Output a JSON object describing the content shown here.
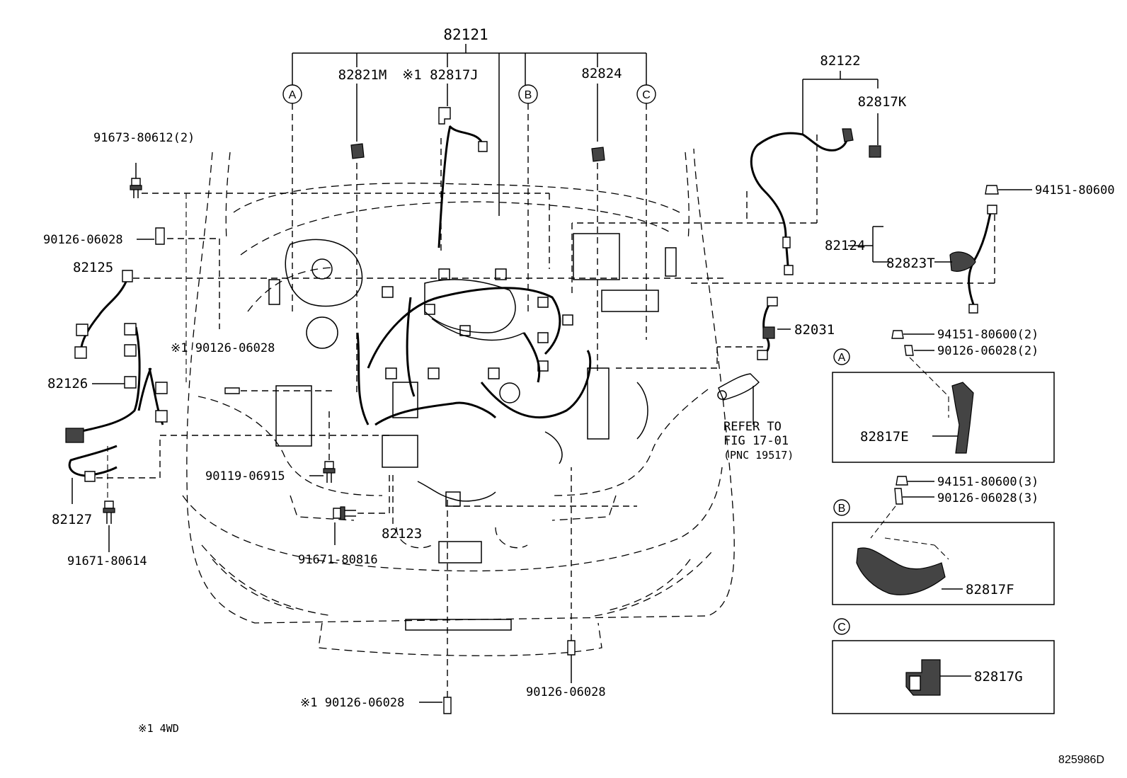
{
  "diagram_id": "825986D",
  "footnote": "※1 4WD",
  "refer_note": {
    "line1": "REFER TO",
    "line2": "FIG 17-01",
    "line3": "(PNC 19517)"
  },
  "callouts": {
    "main_harness": "82121",
    "conn_m": "82821M",
    "clamp_j": "※1 82817J",
    "conn_82824": "82824",
    "harness_82122": "82122",
    "clamp_k": "82817K",
    "nut_94151_top": "94151-80600",
    "harness_82124": "82124",
    "conn_t": "82823T",
    "bolt_91673": "91673-80612(2)",
    "stud_90126_left": "90126-06028",
    "harness_82125": "82125",
    "stud_90126_4wd_mid": "※1 90126-06028",
    "harness_82126": "82126",
    "harness_82127": "82127",
    "bolt_91671_80614": "91671-80614",
    "bolt_90119": "90119-06915",
    "harness_82123": "82123",
    "bolt_91671_80816": "91671-80816",
    "harness_82031": "82031",
    "stud_90126_bottom_center": "90126-06028",
    "stud_90126_4wd_bottom": "※1 90126-06028"
  },
  "circle_markers": [
    "A",
    "B",
    "C"
  ],
  "detail_panels": [
    {
      "marker": "A",
      "nut": "94151-80600(2)",
      "stud": "90126-06028(2)",
      "part": "82817E"
    },
    {
      "marker": "B",
      "nut": "94151-80600(3)",
      "stud": "90126-06028(3)",
      "part": "82817F"
    },
    {
      "marker": "C",
      "part": "82817G"
    }
  ]
}
